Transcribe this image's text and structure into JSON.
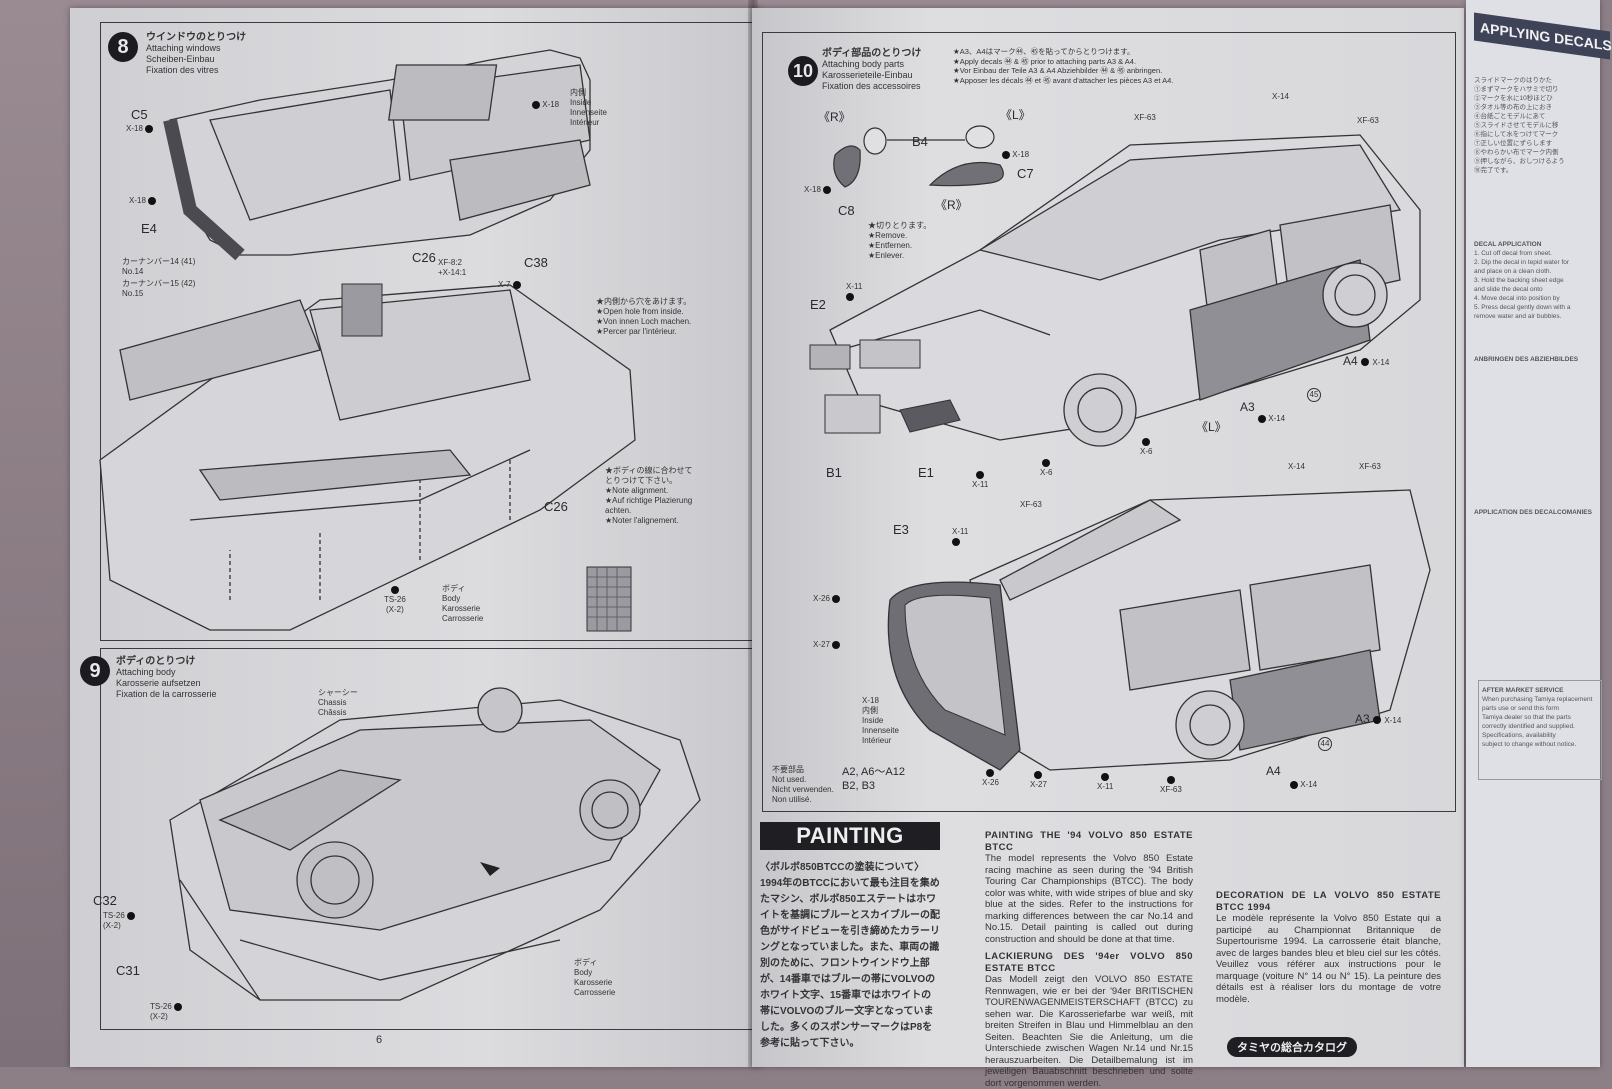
{
  "left_page": {
    "page_number": "6",
    "step8": {
      "number": "8",
      "title_jp": "ウインドウのとりつけ",
      "title_en": "Attaching windows",
      "title_de": "Scheiben-Einbau",
      "title_fr": "Fixation des vitres",
      "labels": {
        "c5": "C5",
        "x18_a": "X-18",
        "x18_b": "X-18",
        "x18_c": "X-18",
        "e4": "E4",
        "inside_jp": "内側",
        "inside_en": "Inside",
        "inside_de": "Innenseite",
        "inside_fr": "Intérieur",
        "car_no14_jp": "カーナンバー14",
        "car_no14_decal": "41",
        "car_no14_en": "No.14",
        "car_no15_jp": "カーナンバー15",
        "car_no15_decal": "42",
        "car_no15_en": "No.15",
        "c26_a": "C26",
        "xf82": "XF-8:2",
        "x141": "+X-14:1",
        "c38": "C38",
        "x7": "X-7",
        "hole_jp": "★内側から穴をあけます。",
        "hole_en": "★Open hole from inside.",
        "hole_de": "★Von innen Loch machen.",
        "hole_fr": "★Percer par l'intérieur.",
        "align_jp1": "★ボディの線に合わせて",
        "align_jp2": "とりつけて下さい。",
        "align_en": "★Note alignment.",
        "align_de1": "★Auf richtige Plazierung",
        "align_de2": "achten.",
        "align_fr": "★Noter l'alignement.",
        "c26_b": "C26",
        "ts26": "TS-26",
        "x2": "(X-2)",
        "body_jp": "ボディ",
        "body_en": "Body",
        "body_de": "Karosserie",
        "body_fr": "Carrosserie"
      }
    },
    "step9": {
      "number": "9",
      "title_jp": "ボディのとりつけ",
      "title_en": "Attaching body",
      "title_de": "Karosserie aufsetzen",
      "title_fr": "Fixation de la carrosserie",
      "labels": {
        "chassis_jp": "シャーシー",
        "chassis_en": "Chassis",
        "chassis_fr": "Châssis",
        "c32": "C32",
        "c31": "C31",
        "ts26_a": "TS-26",
        "x2_a": "(X-2)",
        "ts26_b": "TS-26",
        "x2_b": "(X-2)",
        "body_jp": "ボディ",
        "body_en": "Body",
        "body_de": "Karosserie",
        "body_fr": "Carrosserie"
      }
    }
  },
  "right_page": {
    "step10": {
      "number": "10",
      "title_jp": "ボディ部品のとりつけ",
      "title_en": "Attaching body parts",
      "title_de": "Karosserieteile-Einbau",
      "title_fr": "Fixation des accessoires",
      "notes": [
        "★A3、A4はマーク㊹、㊺を貼ってからとりつけます。",
        "★Apply decals ㊹ & ㊺ prior to attaching parts A3 & A4.",
        "★Vor Einbau der Teile A3 & A4 Abziehbilder ㊹ & ㊺ anbringen.",
        "★Apposer les décals ㊹ et ㊺ avant d'attacher les pièces A3 et A4."
      ],
      "labels": {
        "r_a": "《R》",
        "l_a": "《L》",
        "r_b": "《R》",
        "l_b": "《L》",
        "b4": "B4",
        "c7": "C7",
        "c8": "C8",
        "x18_a": "X-18",
        "x18_b": "X-18",
        "remove_jp": "★切りとります。",
        "remove_en": "★Remove.",
        "remove_de": "★Entfernen.",
        "remove_fr": "★Enlever.",
        "x11_a": "X-11",
        "e2": "E2",
        "b1": "B1",
        "e1": "E1",
        "x11_b": "X-11",
        "x6_a": "X-6",
        "x6_b": "X-6",
        "xf63_a": "XF-63",
        "x14_a": "X-14",
        "xf63_b": "XF-63",
        "a4_a": "A4",
        "x14_b": "X-14",
        "d45": "45",
        "a3_a": "A3",
        "x14_c": "X-14",
        "e3": "E3",
        "x11_c": "X-11",
        "xf63_c": "XF-63",
        "x14_d": "X-14",
        "xf63_d": "XF-63",
        "x26_a": "X-26",
        "x27_a": "X-27",
        "x18_c": "X-18",
        "inside_jp": "内側",
        "inside_en": "Inside",
        "inside_de": "Innenseite",
        "inside_fr": "Intérieur",
        "a3_b": "A3",
        "x14_e": "X-14",
        "d44": "44",
        "a4_b": "A4",
        "x14_f": "X-14",
        "x26_b": "X-26",
        "x27_b": "X-27",
        "x11_d": "X-11",
        "xf63_e": "XF-63"
      },
      "not_used": {
        "jp": "不要部品",
        "en": "Not used.",
        "de": "Nicht verwenden.",
        "fr": "Non utilisé.",
        "parts_line1": "A2, A6～A12",
        "parts_line2": "B2, B3"
      }
    },
    "painting": {
      "header": "PAINTING",
      "jp_heading": "〈ボルボ850BTCCの塗装について〉",
      "jp_body": "1994年のBTCCにおいて最も注目を集めたマシン、ボルボ850エステートはホワイトを基調にブルーとスカイブルーの配色がサイドビューを引き締めたカラーリングとなっていました。また、車両の識別のために、フロントウインドウ上部が、14番車ではブルーの帯にVOLVOのホワイト文字、15番車ではホワイトの帯にVOLVOのブルー文字となっていました。多くのスポンサーマークはP8を参考に貼って下さい。",
      "en_heading": "PAINTING THE '94 VOLVO 850 ESTATE BTCC",
      "en_body": "The model represents the Volvo 850 Estate racing machine as seen during the '94 British Touring Car Championships (BTCC). The body color was white, with wide stripes of blue and sky blue at the sides. Refer to the instructions for marking differences between the car No.14 and No.15. Detail painting is called out during construction and should be done at that time.",
      "de_heading": "LACKIERUNG DES '94er VOLVO 850 ESTATE BTCC",
      "de_body": "Das Modell zeigt den VOLVO 850 ESTATE Rennwagen, wie er bei der '94er BRITISCHEN TOURENWAGENMEISTERSCHAFT (BTCC) zu sehen war. Die Karosseriefarbe war weiß, mit breiten Streifen in Blau und Himmelblau an den Seiten. Beachten Sie die Anleitung, um die Unterschiede zwischen Wagen Nr.14 und Nr.15 herauszuarbeiten. Die Detailbemalung ist im jeweiligen Bauabschnitt beschrieben und sollte dort vorgenommen werden.",
      "fr_heading": "DECORATION DE LA VOLVO 850 ESTATE BTCC 1994",
      "fr_body": "Le modèle représente la Volvo 850 Estate qui a participé au Championnat Britannique de Supertourisme 1994. La carrosserie était blanche, avec de larges bandes bleu et bleu ciel sur les côtés. Veuillez vous référer aux instructions pour le marquage (voiture N° 14 ou N° 15). La peinture des détails est à réaliser lors du montage de votre modèle.",
      "catalog_badge": "タミヤの総合カタログ"
    }
  },
  "next_page": {
    "header": "APPLYING DECALS",
    "jp_lines": [
      "スライドマークのはりかた",
      "①まずマークをハサミで切り",
      "②マークを水に10秒ほどひ",
      "③タオル等の布の上におき",
      "④台紙ごとモデルにあて",
      "⑤スライドさせてモデルに移",
      "⑥指にして水をつけてマーク",
      "⑦正しい位置にずらします",
      "⑧やわらかい布でマーク内側",
      "⑨押しながら、おしつけるよう",
      "⑩完了です。"
    ],
    "en_heading": "DECAL APPLICATION",
    "en_lines": [
      "1. Cut off decal from sheet.",
      "2. Dip the decal in tepid water for",
      "   and place on a clean cloth.",
      "3. Hold the backing sheet edge",
      "   and slide the decal onto",
      "4. Move decal into position by",
      "5. Press decal gently down with a",
      "   remove water and air bubbles."
    ],
    "de_heading": "ANBRINGEN DES ABZIEHBILDES",
    "fr_heading": "APPLICATION DES DECALCOMANIES",
    "service_heading": "AFTER MARKET SERVICE",
    "service_lines": [
      "When purchasing Tamiya replacement",
      "parts use or send this form",
      "Tamiya dealer so that the parts",
      "correctly identified and supplied.",
      "Specifications, availability",
      "subject to change without notice."
    ]
  }
}
